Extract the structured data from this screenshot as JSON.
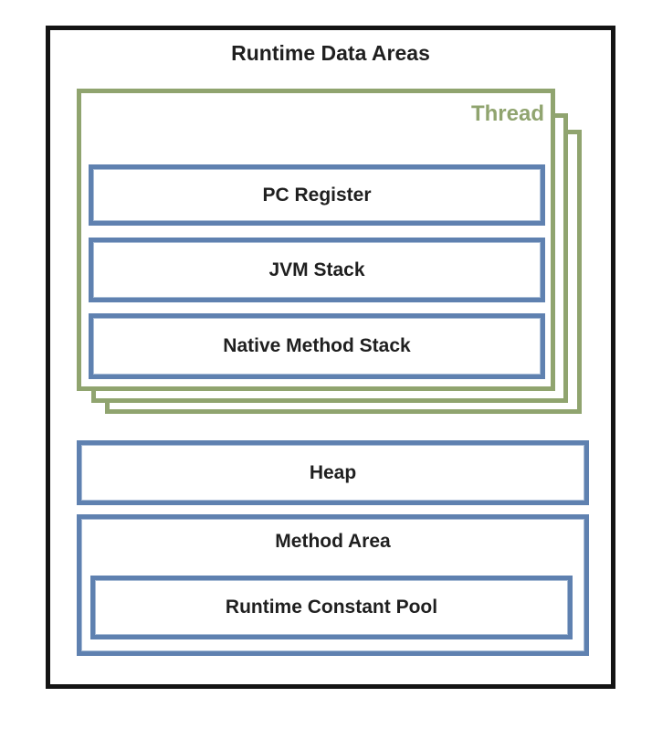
{
  "diagram": {
    "title": "Runtime Data Areas",
    "thread": {
      "label": "Thread",
      "boxes": [
        "PC Register",
        "JVM Stack",
        "Native Method Stack"
      ]
    },
    "heap": {
      "label": "Heap"
    },
    "method_area": {
      "label": "Method Area",
      "runtime_constant_pool": "Runtime Constant Pool"
    },
    "colors": {
      "outer_border": "#141414",
      "thread_border": "#90a46f",
      "thread_label_text": "#90a46f",
      "inner_box_border": "#5f81b0",
      "label_text": "#1f1f1f",
      "background": "#ffffff"
    }
  }
}
